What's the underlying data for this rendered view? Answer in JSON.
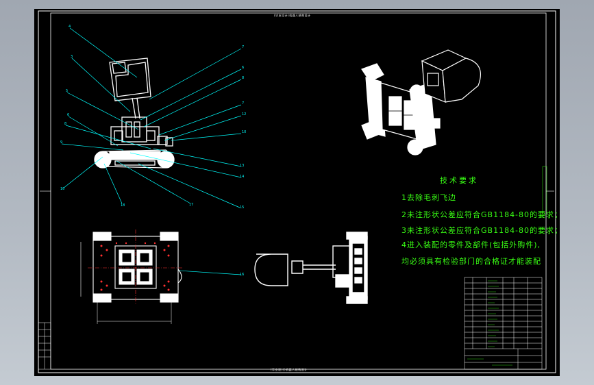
{
  "drawing": {
    "top_title": "(毕业设计)机器人结构设计",
    "bottom_title": "(毕业设计)机器人结构设计"
  },
  "requirements": {
    "title": "技术要求",
    "line1": "1去除毛刺飞边",
    "line2": "2未注形状公差应符合GB1184-80的要求；",
    "line3": "3未注形状公差应符合GB1184-80的要求；",
    "line4": "4进入装配的零件及部件(包括外购件),",
    "line5": "均必须具有检验部门的合格证才能装配"
  },
  "colors": {
    "line": "#00ffff",
    "part": "#ffffff",
    "text": "#39ff14",
    "frame": "#ffffff",
    "dim": "#ff3030"
  }
}
